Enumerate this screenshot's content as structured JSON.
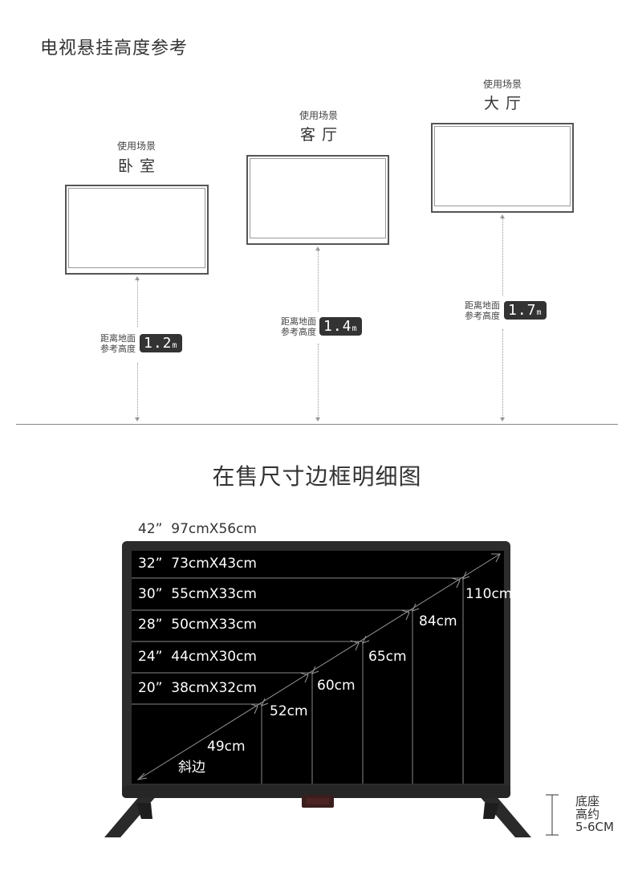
{
  "section1": {
    "title": "电视悬挂高度参考",
    "scenes": [
      {
        "label": "使用场景",
        "name": "卧室",
        "distance_label_1": "距离地面",
        "distance_label_2": "参考高度",
        "height": "1.2",
        "unit": "m"
      },
      {
        "label": "使用场景",
        "name": "客厅",
        "distance_label_1": "距离地面",
        "distance_label_2": "参考高度",
        "height": "1.4",
        "unit": "m"
      },
      {
        "label": "使用场景",
        "name": "大厅",
        "distance_label_1": "距离地面",
        "distance_label_2": "参考高度",
        "height": "1.7",
        "unit": "m"
      }
    ]
  },
  "section2": {
    "title": "在售尺寸边框明细图",
    "sizes": [
      {
        "inch": "42”",
        "dims": "97cmX56cm"
      },
      {
        "inch": "32”",
        "dims": "73cmX43cm"
      },
      {
        "inch": "30”",
        "dims": "55cmX33cm"
      },
      {
        "inch": "28”",
        "dims": "50cmX33cm"
      },
      {
        "inch": "24”",
        "dims": "44cmX30cm"
      },
      {
        "inch": "20”",
        "dims": "38cmX32cm"
      }
    ],
    "diagonals": [
      "49cm",
      "52cm",
      "60cm",
      "65cm",
      "84cm",
      "110cm"
    ],
    "diagonal_label": "斜边",
    "stand": {
      "line1": "底座",
      "line2": "高约",
      "line3": "5-6CM"
    }
  }
}
